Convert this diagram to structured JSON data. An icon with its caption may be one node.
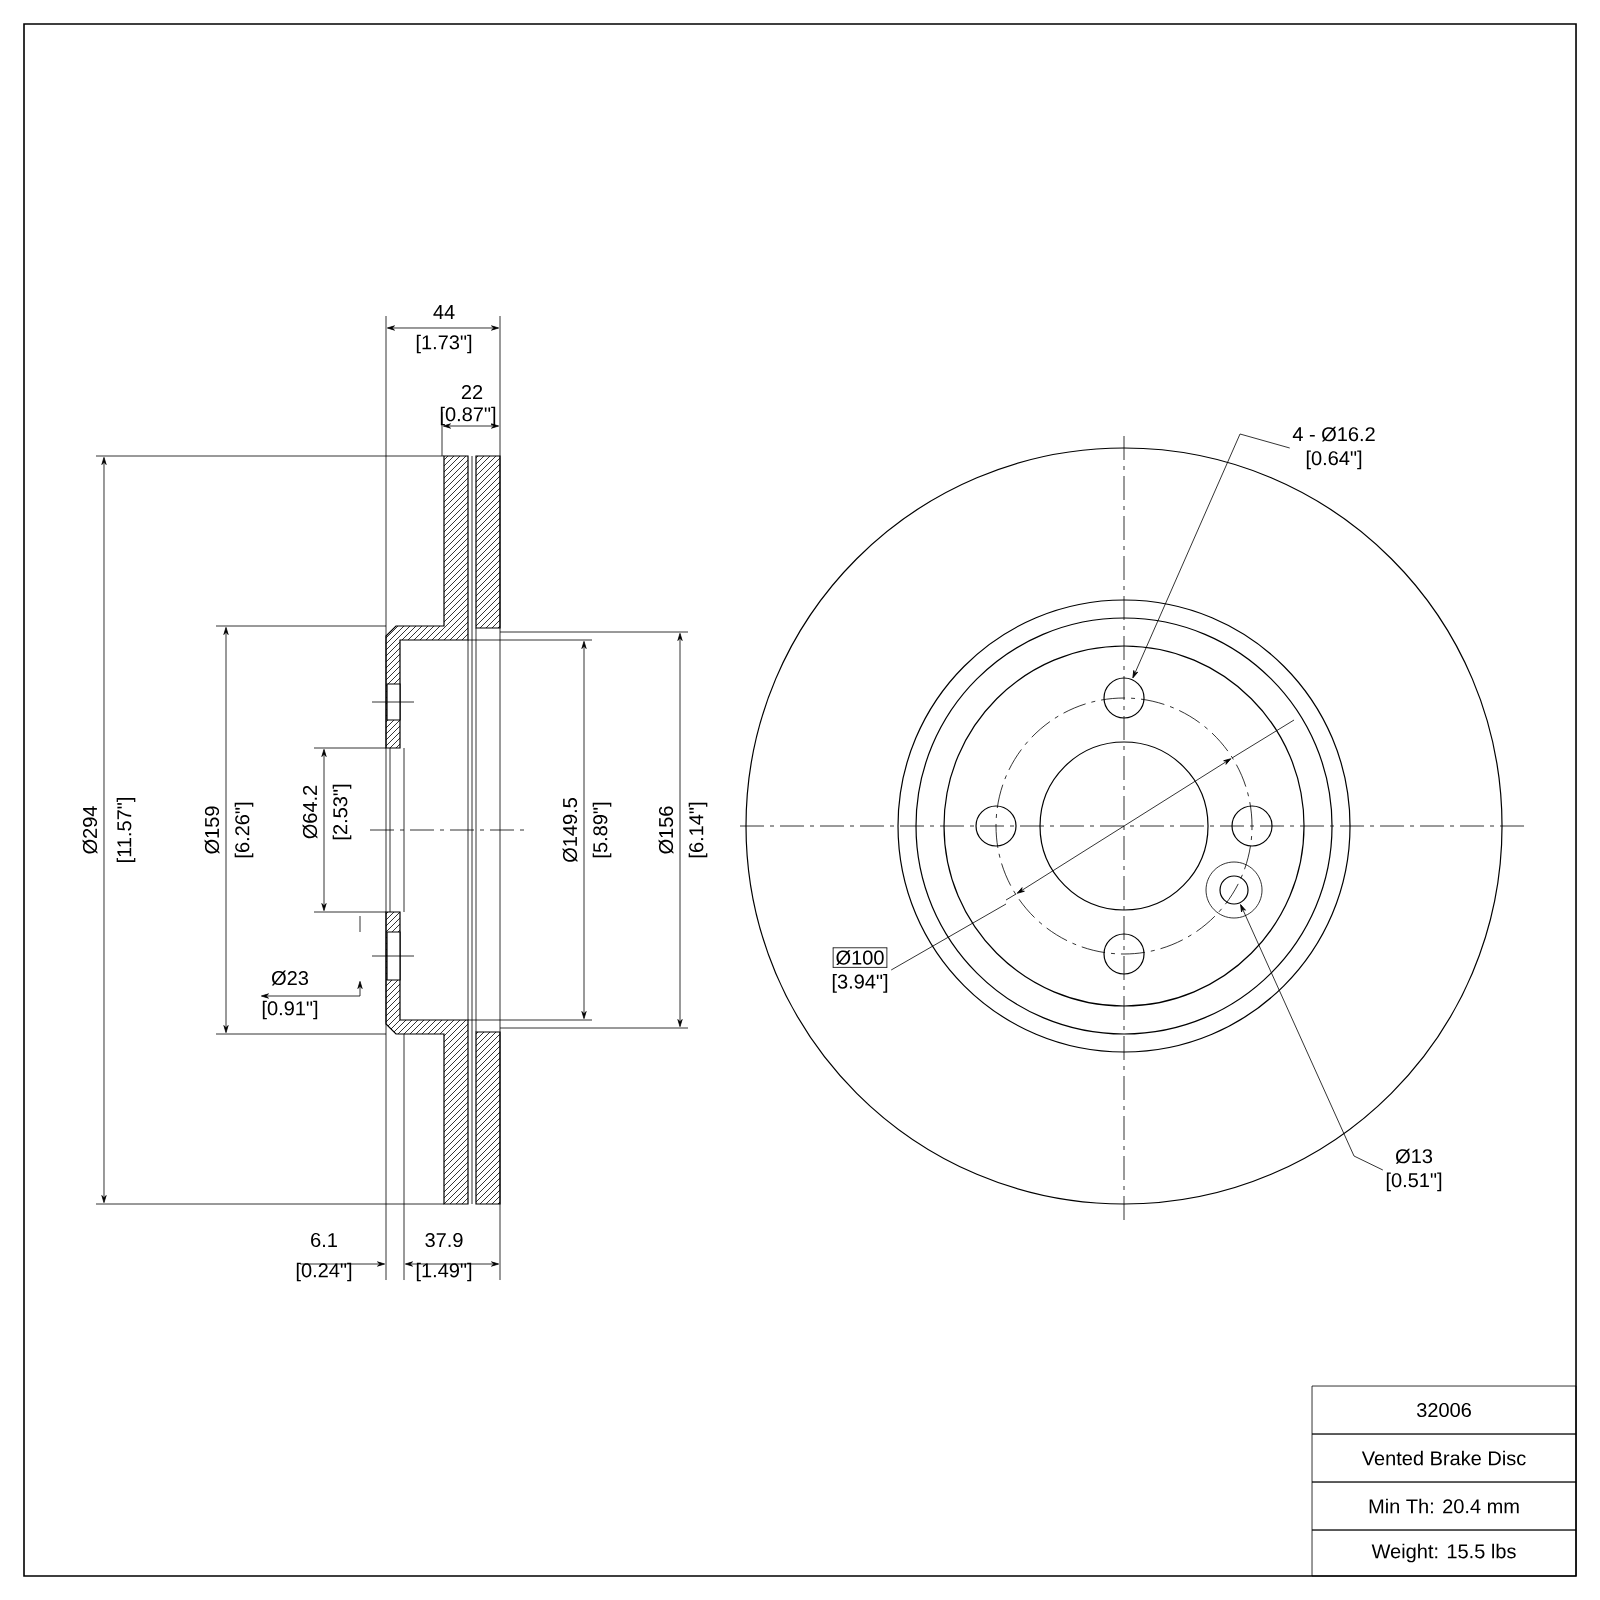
{
  "diagram": {
    "nodes": [
      {
        "text": [
          "4 - Ø16.2",
          "[0.64\"]"
        ]
      },
      {
        "text": [],
        "shape": "circle"
      },
      {
        "text": [
          "Ø13",
          "[0.51\"]"
        ]
      },
      {
        "text": [],
        "shape": "circle"
      },
      {
        "text": [
          "Ø100",
          "[3.94\"]"
        ]
      }
    ],
    "edges": [
      {
        "from": 0,
        "to": 1,
        "arrow": "to"
      },
      {
        "from": 2,
        "to": 3,
        "arrow": "to"
      },
      {
        "from": 4,
        "to": null,
        "arrow": "none"
      }
    ],
    "labels": [
      "44",
      "[1.73\"]",
      "22",
      "[0.87\"]",
      "Ø294",
      "[11.57\"]",
      "Ø159",
      "[6.26\"]",
      "Ø64.2",
      "[2.53\"]",
      "Ø23",
      "[0.91\"]",
      "Ø149.5",
      "[5.89\"]",
      "Ø156",
      "[6.14\"]",
      "6.1",
      "[0.24\"]",
      "37.9",
      "[1.49\"]",
      "32006",
      "Vented Brake Disc",
      "Min Th: 20.4 mm",
      "Weight: 15.5 lbs"
    ]
  }
}
